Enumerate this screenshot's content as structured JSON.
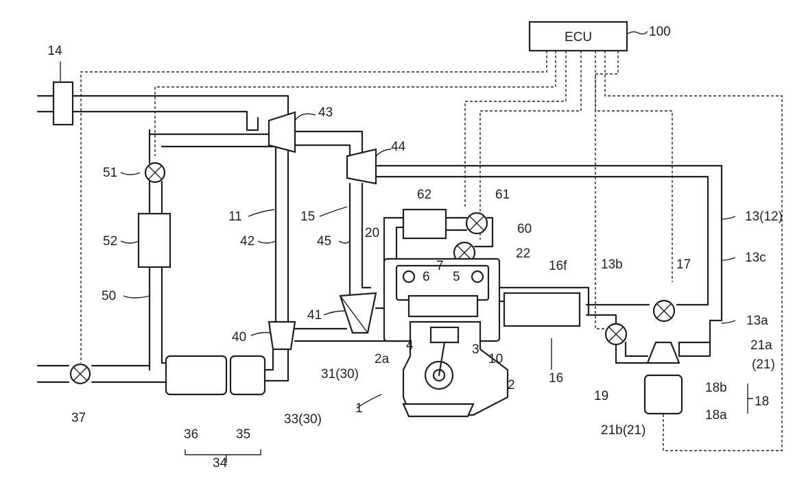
{
  "ecu": {
    "label": "ECU",
    "ref": "100"
  },
  "labels": {
    "l14": "14",
    "l43": "43",
    "l44": "44",
    "l51": "51",
    "l52": "52",
    "l50": "50",
    "l11": "11",
    "l42": "42",
    "l15": "15",
    "l45": "45",
    "l62": "62",
    "l61": "61",
    "l60": "60",
    "l20": "20",
    "l22": "22",
    "l7": "7",
    "l6": "6",
    "l5": "5",
    "l16f": "16f",
    "l13b": "13b",
    "l17": "17",
    "l13_12": "13(12)",
    "l13c": "13c",
    "l41": "41",
    "l40": "40",
    "l4": "4",
    "l3": "3",
    "l2a": "2a",
    "l10": "10",
    "l13a": "13a",
    "l21a": "21a",
    "l21": "(21)",
    "l19": "19",
    "l18b": "18b",
    "l18": "18",
    "l18a": "18a",
    "l31_30": "31(30)",
    "l16": "16",
    "l2": "2",
    "l21b_21": "21b(21)",
    "l1": "1",
    "l37": "37",
    "l36": "36",
    "l35": "35",
    "l33_30": "33(30)",
    "l34": "34"
  }
}
